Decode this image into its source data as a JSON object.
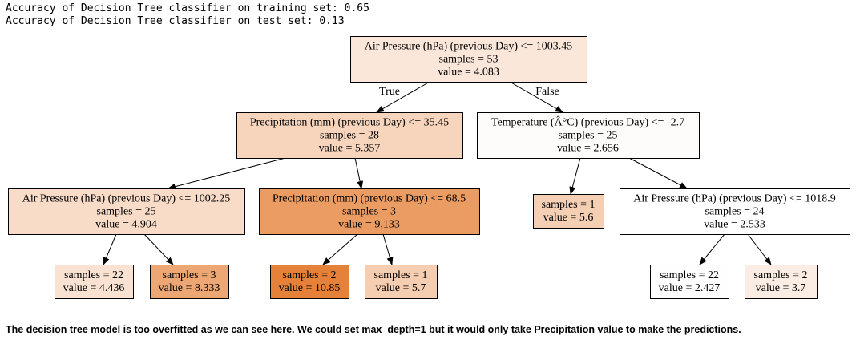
{
  "output": {
    "train_accuracy": "Accuracy of Decision Tree classifier on training set: 0.65",
    "test_accuracy": "Accuracy of Decision Tree classifier on test set: 0.13"
  },
  "tree": {
    "nodes": [
      {
        "id": "n0",
        "lines": [
          "Air Pressure (hPa) (previous Day) <= 1003.45",
          "samples = 53",
          "value = 4.083"
        ],
        "fill": "#fae7da"
      },
      {
        "id": "n1",
        "lines": [
          "Precipitation (mm) (previous Day) <= 35.45",
          "samples = 28",
          "value = 5.357"
        ],
        "fill": "#f7d5bd"
      },
      {
        "id": "n2",
        "lines": [
          "Temperature (Â°C) (previous Day) <= -2.7",
          "samples = 25",
          "value = 2.656"
        ],
        "fill": "#fdfcfa"
      },
      {
        "id": "n3",
        "lines": [
          "Air Pressure (hPa) (previous Day) <= 1002.25",
          "samples = 25",
          "value = 4.904"
        ],
        "fill": "#f8dcc8"
      },
      {
        "id": "n4",
        "lines": [
          "Precipitation (mm) (previous Day) <= 68.5",
          "samples = 3",
          "value = 9.133"
        ],
        "fill": "#eb9c63"
      },
      {
        "id": "n5",
        "lines": [
          "samples = 1",
          "value = 5.6"
        ],
        "fill": "#f5cfb3"
      },
      {
        "id": "n6",
        "lines": [
          "Air Pressure (hPa) (previous Day) <= 1018.9",
          "samples = 24",
          "value = 2.533"
        ],
        "fill": "#ffffff"
      },
      {
        "id": "n7",
        "lines": [
          "samples = 22",
          "value = 4.436"
        ],
        "fill": "#f9e2d2"
      },
      {
        "id": "n8",
        "lines": [
          "samples = 3",
          "value = 8.333"
        ],
        "fill": "#eda775"
      },
      {
        "id": "n9",
        "lines": [
          "samples = 2",
          "value = 10.85"
        ],
        "fill": "#e58139"
      },
      {
        "id": "n10",
        "lines": [
          "samples = 1",
          "value = 5.7"
        ],
        "fill": "#f5cdb1"
      },
      {
        "id": "n11",
        "lines": [
          "samples = 22",
          "value = 2.427"
        ],
        "fill": "#fffefe"
      },
      {
        "id": "n12",
        "lines": [
          "samples = 2",
          "value = 3.7"
        ],
        "fill": "#fbede3"
      }
    ],
    "edges": [
      {
        "from": "n0",
        "to": "n1",
        "label": "True"
      },
      {
        "from": "n0",
        "to": "n2",
        "label": "False"
      },
      {
        "from": "n1",
        "to": "n3",
        "label": ""
      },
      {
        "from": "n1",
        "to": "n4",
        "label": ""
      },
      {
        "from": "n2",
        "to": "n5",
        "label": ""
      },
      {
        "from": "n2",
        "to": "n6",
        "label": ""
      },
      {
        "from": "n3",
        "to": "n7",
        "label": ""
      },
      {
        "from": "n3",
        "to": "n8",
        "label": ""
      },
      {
        "from": "n4",
        "to": "n9",
        "label": ""
      },
      {
        "from": "n4",
        "to": "n10",
        "label": ""
      },
      {
        "from": "n6",
        "to": "n11",
        "label": ""
      },
      {
        "from": "n6",
        "to": "n12",
        "label": ""
      }
    ]
  },
  "note": "The decision tree model is too overfitted as we can see here. We could set max_depth=1 but it would only take Precipitation value to make the predictions."
}
